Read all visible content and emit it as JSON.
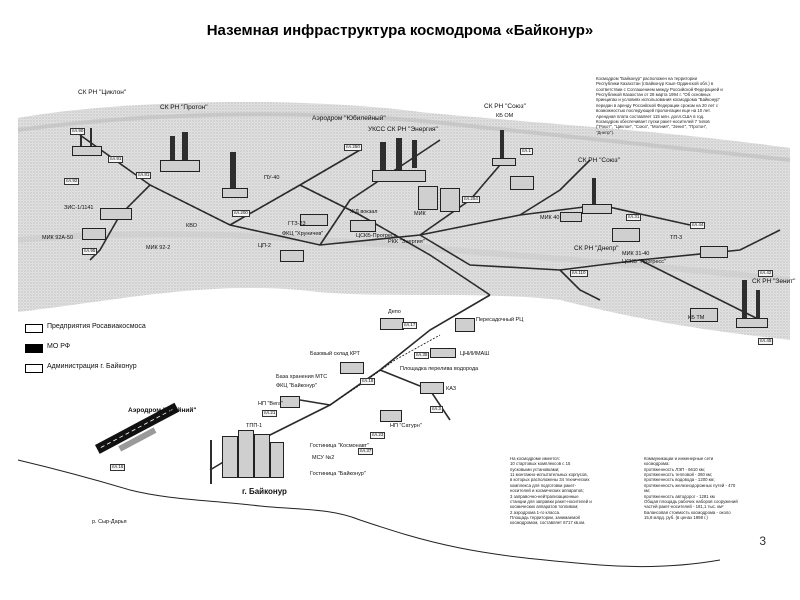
{
  "title": "Наземная инфраструктура космодрома «Байконур»",
  "page_number": "3",
  "legend": [
    {
      "label": "Предприятия Росавиакосмоса",
      "fill": "#ffffff"
    },
    {
      "label": "МО РФ",
      "fill": "#000000"
    },
    {
      "label": "Администрация г. Байконур",
      "fill": "#ffffff"
    }
  ],
  "sites": {
    "sk_cyclone": "СК РН \"Циклон\"",
    "sk_proton": "СК РН \"Протон\"",
    "airfield_yubileyny": "Аэродром \"Юбилейный\"",
    "ukss_energy": "УКСС СК РН \"Энергия\"",
    "sk_soyuz_top": "СК РН \"Союз\"",
    "sk_soyuz_right": "СК РН \"Союз\"",
    "sk_rn_dnepr": "СК РН \"Днепр\"",
    "sk_rn_zenit": "СК РН \"Зенит\"",
    "airfield_krayny": "Аэродром \"Крайний\"",
    "city": "г. Байконур",
    "river": "р. Сыр-Дарья",
    "depot": "Депо",
    "hydrogen": "Площадка перелива водорода",
    "base_krt": "Базовый склад КРТ",
    "base_mts": "База хранения МТС",
    "nip_vega": "НП \"Вега\"",
    "kaz": "КАЗ",
    "nip_saturn": "НП \"Сатурн\"",
    "hotel_cosmonaut": "Гостиница \"Космонавт\"",
    "hotel_baikonur": "Гостиница \"Байконур\"",
    "mss": "МСУ №2",
    "spp": "Пересадочный РЦ"
  },
  "pads": [
    "пл.90",
    "пл.91",
    "пл.81",
    "пл.92",
    "пл.200",
    "пл.254",
    "пл.250",
    "пл.1",
    "пл.31",
    "пл.44",
    "пл.110",
    "пл.42",
    "пл.45",
    "пл.95",
    "пл.23",
    "пл.37",
    "пл.17",
    "пл.18",
    "пл.16",
    "пл.35",
    "пл.3",
    "пл.21"
  ],
  "facilities": [
    "ЗИС-1/1141",
    "МИК 92А-50",
    "МИК 92-2",
    "КВО",
    "ПУ-40",
    "ГТЗ-23",
    "ФКЦ \"Хруничев\"",
    "ЦП-2",
    "МИК",
    "КБ ОМ",
    "МИК 40",
    "ЦСКБ-Прогресс",
    "РКК \"Энергия\"",
    "ЖД вокзал",
    "МИК 31-40",
    "ЦСКБ \"Прогресс\"",
    "ТП-3",
    "КБ ТМ",
    "ФКЦ \"Байконур\"",
    "ТПП-1",
    "ЦНИИМАШ"
  ],
  "info_top": [
    "Космодром \"Байконур\" расположен на территории",
    "Республики Казахстан (г.Байконур Кзыл-Ординской обл.) в",
    "соответствии с Соглашением между Российской Федерацией и",
    "Республикой Казахстан от 28 марта 1994 г. \"Об основных",
    "принципах и условиях использования космодрома \"Байконур\"",
    "передан в аренду Российской Федерации сроком на 20 лет с",
    "возможностью последующей пролонгации еще на 10 лет.",
    "Арендная плата составляет 115 млн. долл.США в год.",
    "Космодром обеспечивает пуски ракет-носителей 7 типов",
    "(\"Рокот\", \"Циклон\", \"Союз\", \"Молния\", \"Зенит\", \"Протон\",",
    "\"Днепр\")."
  ],
  "info_bottom_left": [
    "На космодроме имеется:",
    "10 стартовых комплексов с 15",
    "пусковыми установками;",
    "11 монтажно-испытательных корпусов,",
    "в которых расположены 34 технических",
    "комплекса для подготовки ракет-",
    "носителей и космических аппаратов;",
    "3 заправочно-нейтрализационные",
    "станции для заправки ракет-носителей и",
    "космических аппаратов топливом;",
    "2 аэродрома 1-го класса.",
    "Площадь территории, занимаемой",
    "космодромом, составляет 6717 кв.км."
  ],
  "info_bottom_right": [
    "Коммуникации и инженерные сети",
    "космодрома:",
    "протяженность ЛЭП - 6610 км;",
    "протяженность тепловой - 360 км;",
    "протяженность водовода - 1200 км;",
    "протяженность железнодорожных путей - 470",
    "км;",
    "протяженность автодорог - 1281 км",
    "Общая площадь рабочих наборов сооружений",
    "частей ракет-носителей - 181,1 тыс. км²",
    "Балансовая стоимость космодрома - около",
    "15,8 млрд. руб. (в ценах 1998 г.)"
  ]
}
